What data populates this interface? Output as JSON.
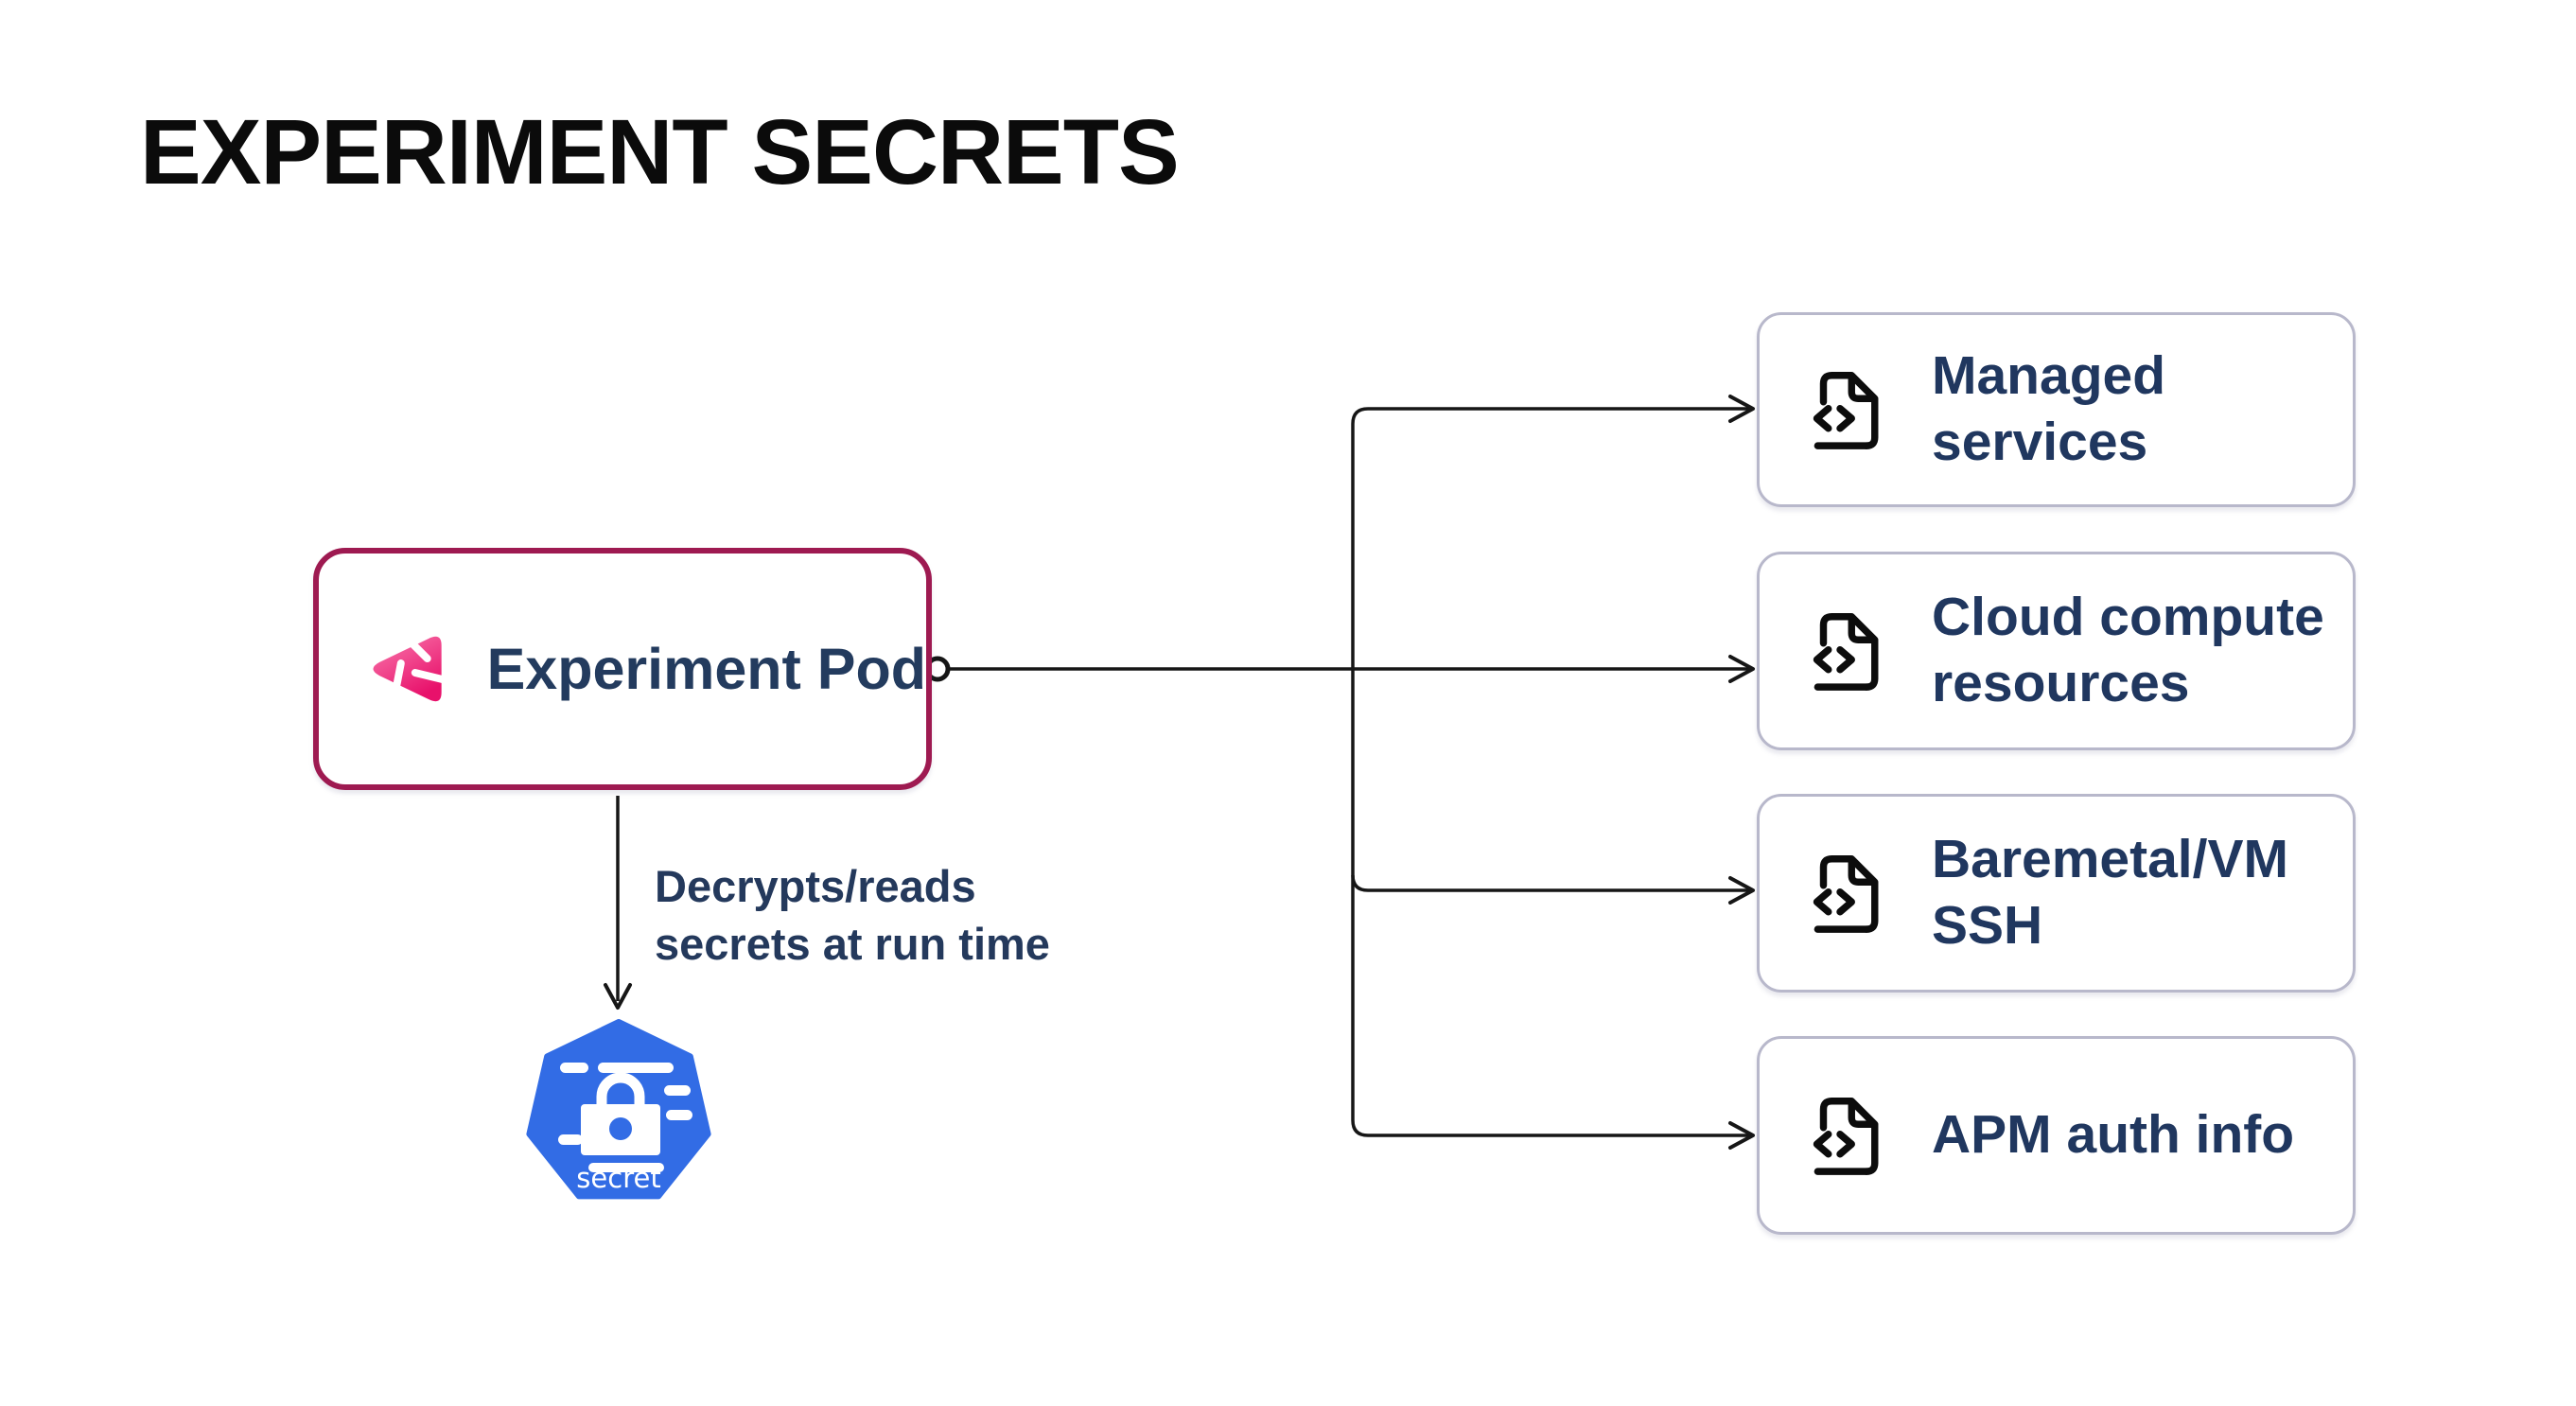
{
  "title": "EXPERIMENT SECRETS",
  "pod": {
    "label": "Experiment Pod"
  },
  "edge_annotation": {
    "lines": [
      "Decrypts/reads",
      "secrets at run time"
    ]
  },
  "secret": {
    "label": "secret"
  },
  "targets": [
    {
      "label": [
        "Managed",
        "services"
      ]
    },
    {
      "label": [
        "Cloud compute",
        "resources"
      ]
    },
    {
      "label": [
        "Baremetal/VM",
        "SSH"
      ]
    },
    {
      "label": [
        "APM auth info"
      ]
    }
  ],
  "colors": {
    "pod_border": "#9E1A51",
    "navy_text": "#233B5E",
    "target_border": "#B8B8CB",
    "connector": "#161616",
    "kubernetes_blue": "#326CE5",
    "logo_pink_light": "#F97BAE",
    "logo_pink_dark": "#E8116B",
    "title_black": "#0B0B0B"
  }
}
